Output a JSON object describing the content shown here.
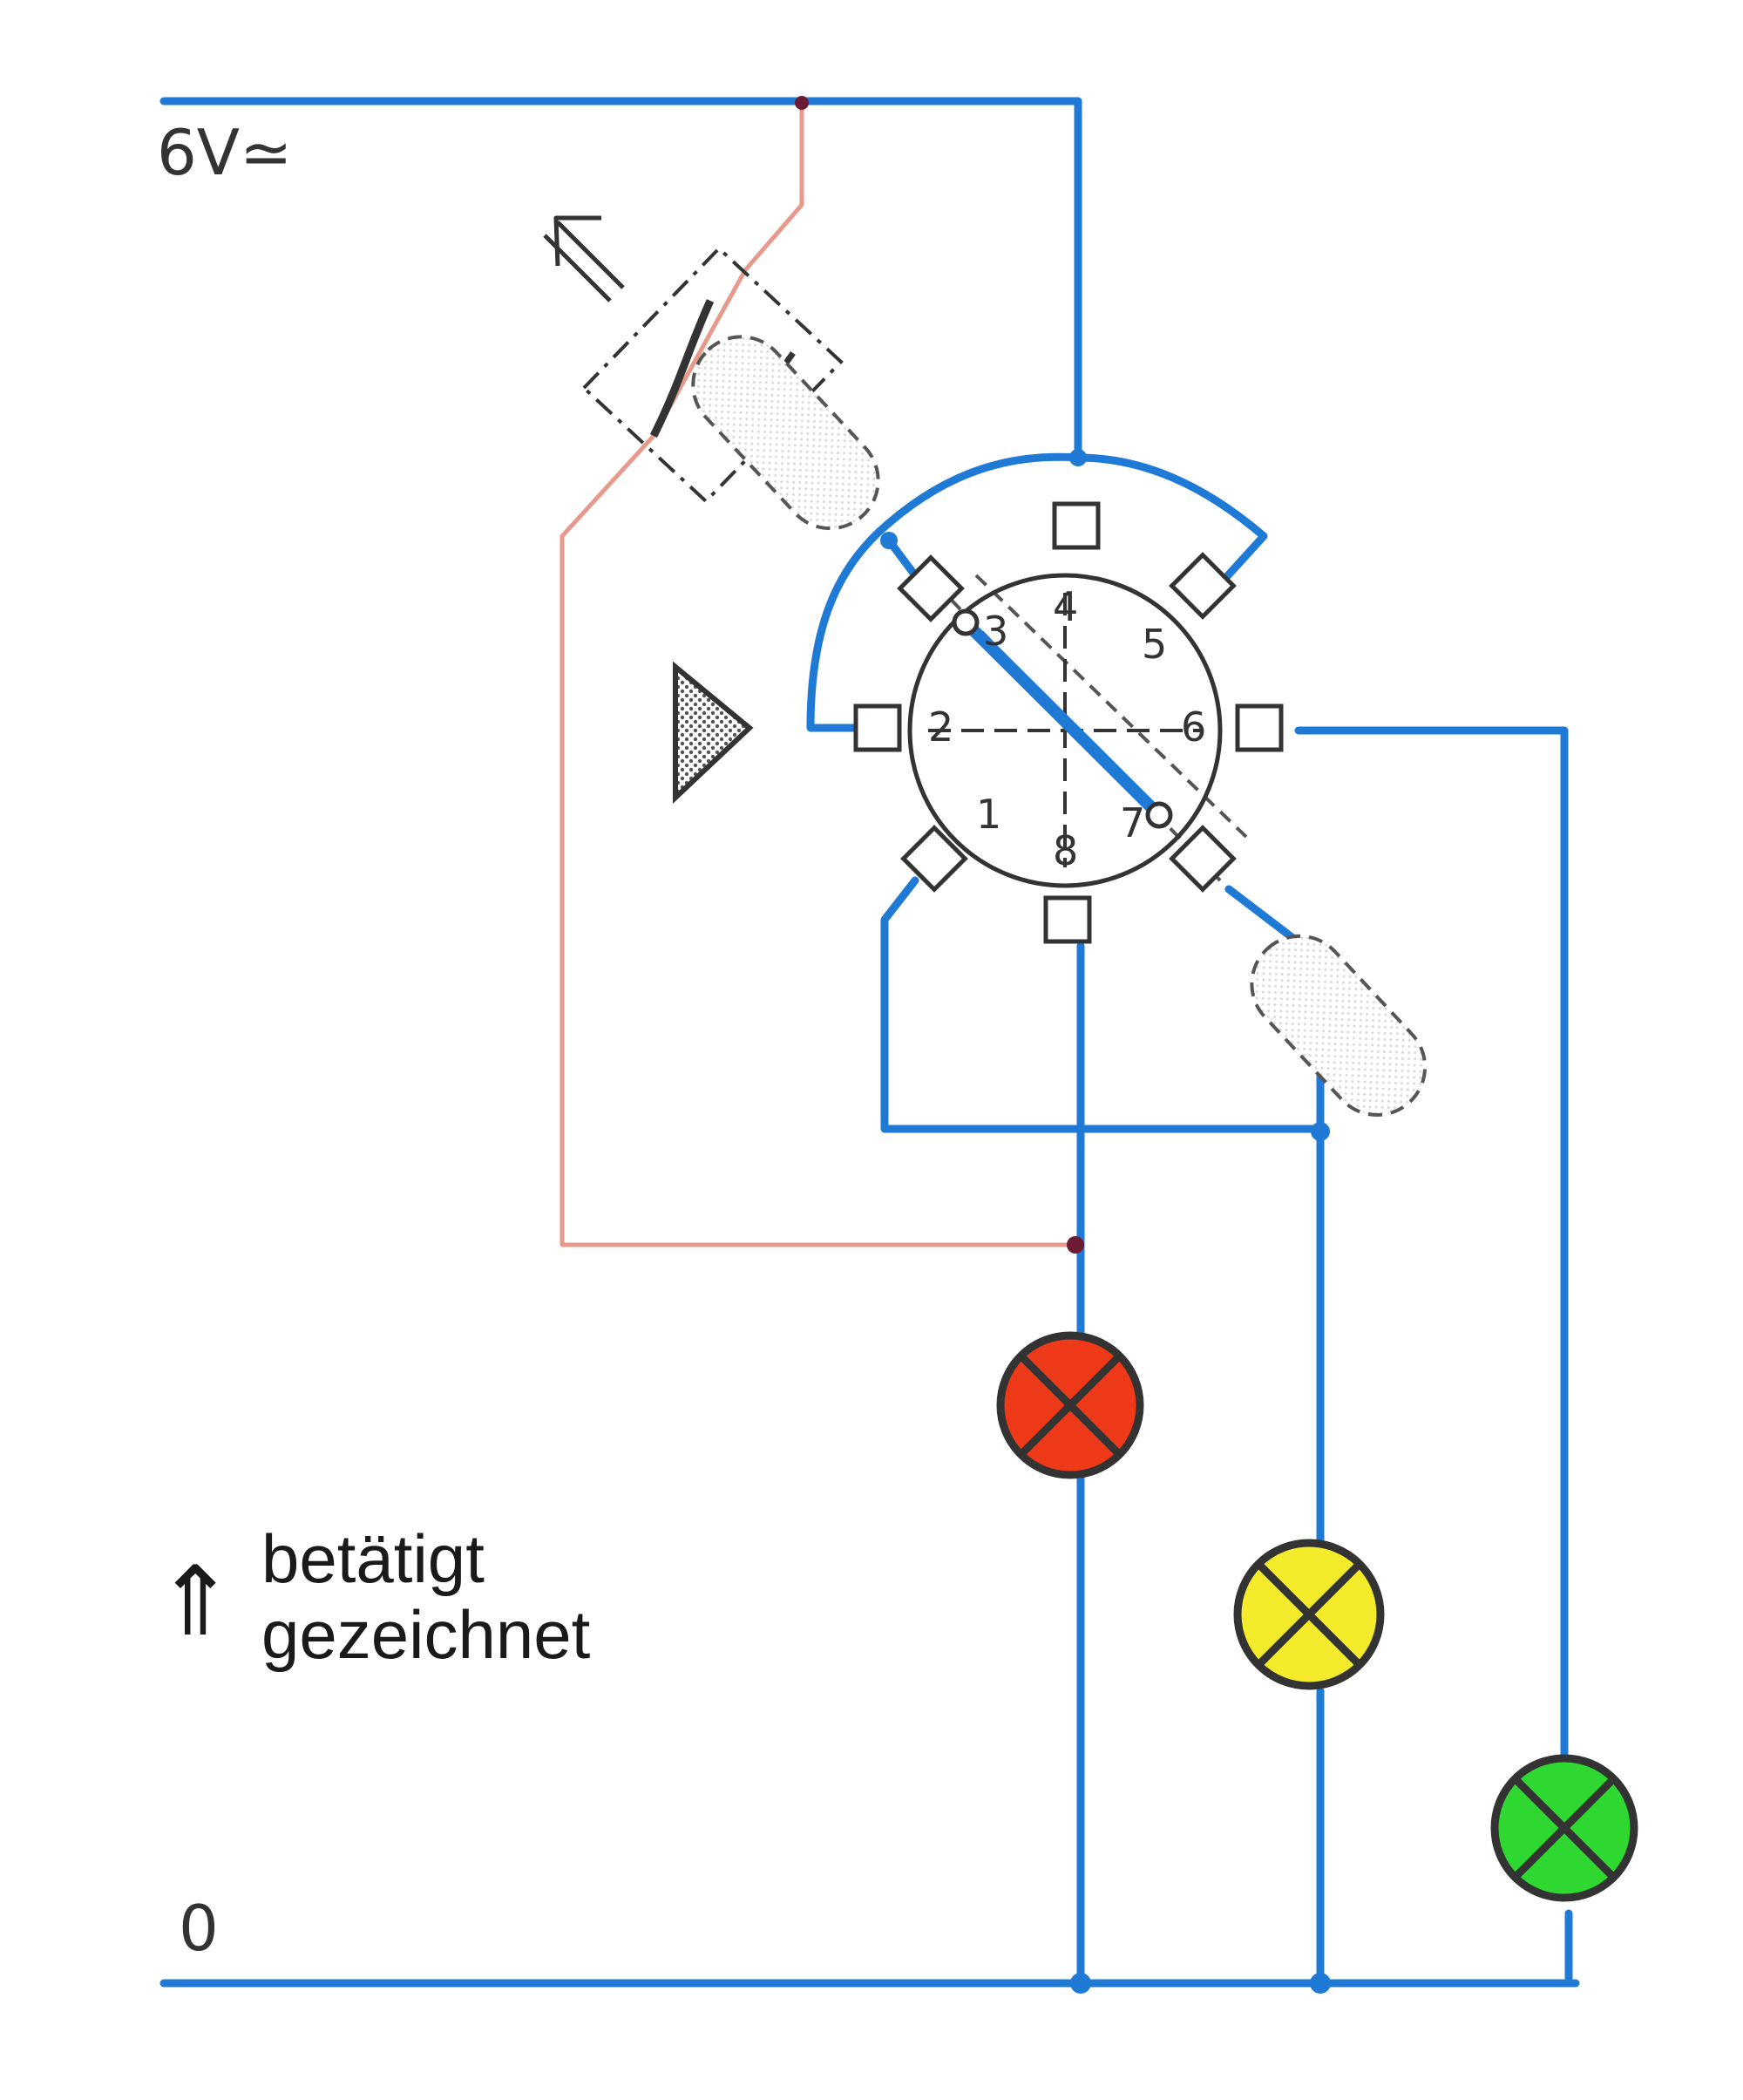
{
  "labels": {
    "supply": "6V≃",
    "ground": "0",
    "legend_arrow": "⇑",
    "legend_line1": "betätigt",
    "legend_line2": "gezeichnet"
  },
  "switch": {
    "positions": [
      "1",
      "2",
      "3",
      "4",
      "5",
      "6",
      "7",
      "8"
    ]
  },
  "lamps": [
    {
      "name": "red-lamp",
      "color": "#ee3a18"
    },
    {
      "name": "yellow-lamp",
      "color": "#f4ec2a"
    },
    {
      "name": "green-lamp",
      "color": "#2fd830"
    }
  ],
  "colors": {
    "wire": "#1f7ad6",
    "feed_wire": "#e79a8c",
    "outline": "#333333"
  }
}
